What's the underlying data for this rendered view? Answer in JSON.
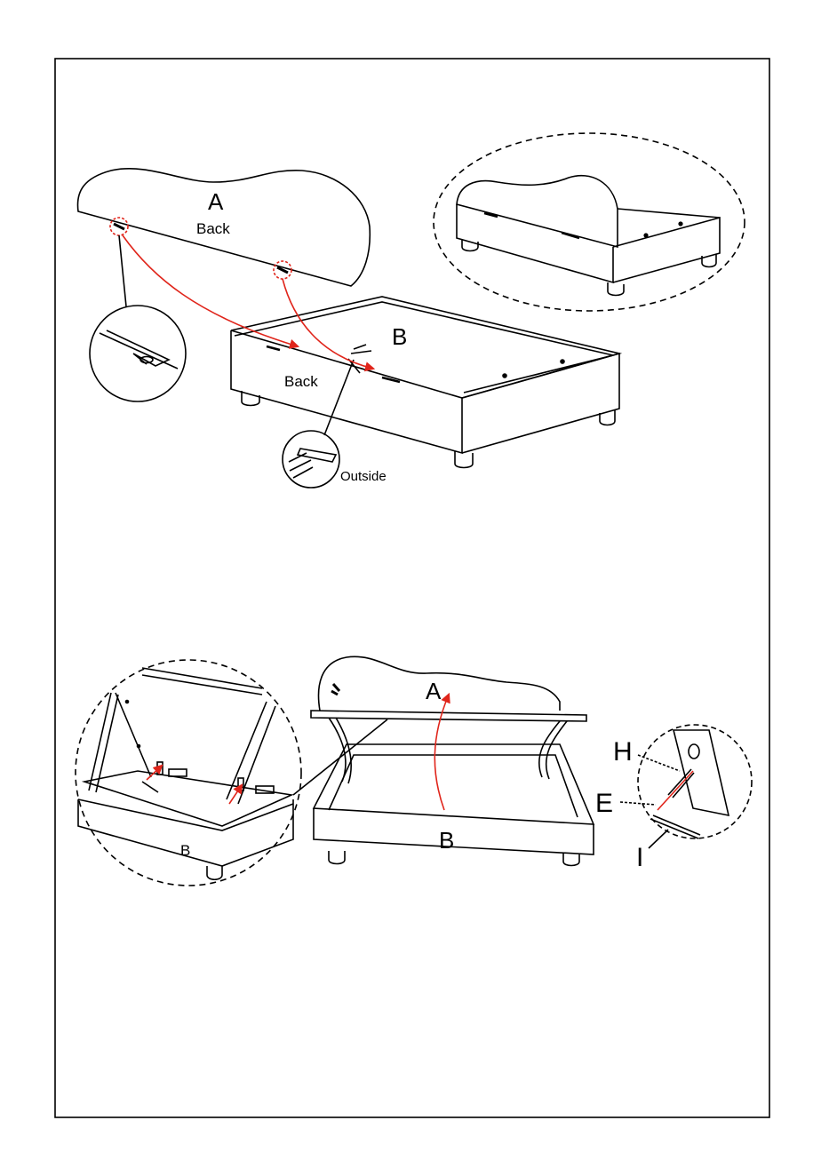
{
  "step1": {
    "label_a": "A",
    "label_back_a": "Back",
    "label_b": "B",
    "label_back_b": "Back",
    "label_outside": "Outside"
  },
  "step2": {
    "label_a": "A",
    "label_b": "B",
    "label_b_detail": "B",
    "label_h": "H",
    "label_e": "E",
    "label_i": "I"
  },
  "colors": {
    "line": "#000000",
    "arrow": "#e0251b",
    "background": "#ffffff"
  }
}
